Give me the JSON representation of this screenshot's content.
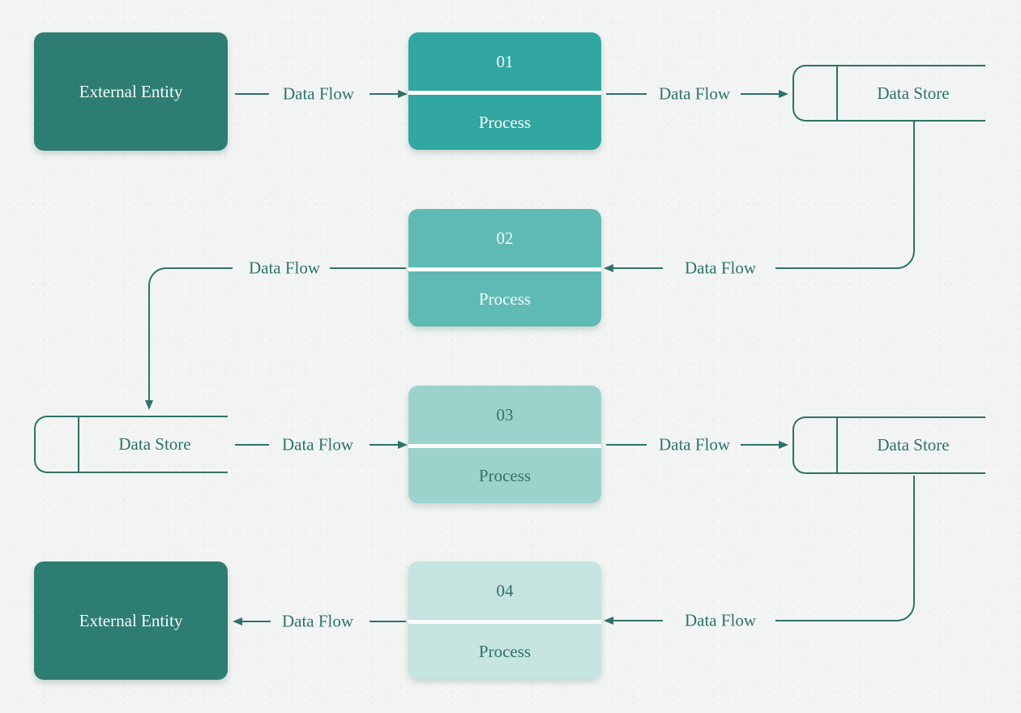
{
  "palette": {
    "background": "#f1f4f2",
    "line_and_text": "#2e7268",
    "entity_fill": "#2e7d73",
    "process1_fill": "#32a6a1",
    "process2_fill": "#5fbab4",
    "process3_fill": "#9cd2cc",
    "process4_fill": "#c6e4e0",
    "light_text": "#f4faf9"
  },
  "nodes": {
    "entity1": {
      "label": "External Entity"
    },
    "process1": {
      "number": "01",
      "label": "Process"
    },
    "store1": {
      "label": "Data Store"
    },
    "process2": {
      "number": "02",
      "label": "Process"
    },
    "store2": {
      "label": "Data Store"
    },
    "process3": {
      "number": "03",
      "label": "Process"
    },
    "store3": {
      "label": "Data Store"
    },
    "process4": {
      "number": "04",
      "label": "Process"
    },
    "entity2": {
      "label": "External Entity"
    }
  },
  "flows": [
    {
      "id": "entity1-to-process1",
      "label": "Data Flow"
    },
    {
      "id": "process1-to-store1",
      "label": "Data Flow"
    },
    {
      "id": "store1-to-process2",
      "label": "Data Flow"
    },
    {
      "id": "process2-to-store2",
      "label": "Data Flow"
    },
    {
      "id": "store2-to-process3",
      "label": "Data Flow"
    },
    {
      "id": "process3-to-store3",
      "label": "Data Flow"
    },
    {
      "id": "store3-to-process4",
      "label": "Data Flow"
    },
    {
      "id": "process4-to-entity2",
      "label": "Data Flow"
    }
  ]
}
